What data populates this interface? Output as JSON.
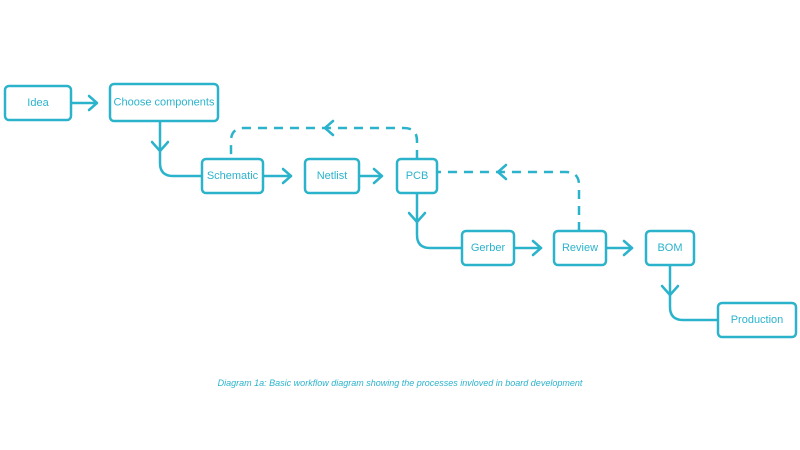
{
  "colors": {
    "accent": "#2bb3cc",
    "caption": "#2bb3cc",
    "background": "#ffffff"
  },
  "nodes": {
    "idea": "Idea",
    "choose_components": "Choose components",
    "schematic": "Schematic",
    "netlist": "Netlist",
    "pcb": "PCB",
    "gerber": "Gerber",
    "review": "Review",
    "bom": "BOM",
    "production": "Production"
  },
  "edges": [
    {
      "from": "idea",
      "to": "choose_components",
      "style": "solid"
    },
    {
      "from": "choose_components",
      "to": "schematic",
      "style": "solid"
    },
    {
      "from": "schematic",
      "to": "netlist",
      "style": "solid"
    },
    {
      "from": "netlist",
      "to": "pcb",
      "style": "solid"
    },
    {
      "from": "pcb",
      "to": "schematic",
      "style": "dashed"
    },
    {
      "from": "pcb",
      "to": "gerber",
      "style": "solid"
    },
    {
      "from": "gerber",
      "to": "review",
      "style": "solid"
    },
    {
      "from": "review",
      "to": "pcb",
      "style": "dashed"
    },
    {
      "from": "review",
      "to": "bom",
      "style": "solid"
    },
    {
      "from": "bom",
      "to": "production",
      "style": "solid"
    }
  ],
  "caption": "Diagram 1a: Basic workflow diagram showing the processes invloved in board development"
}
